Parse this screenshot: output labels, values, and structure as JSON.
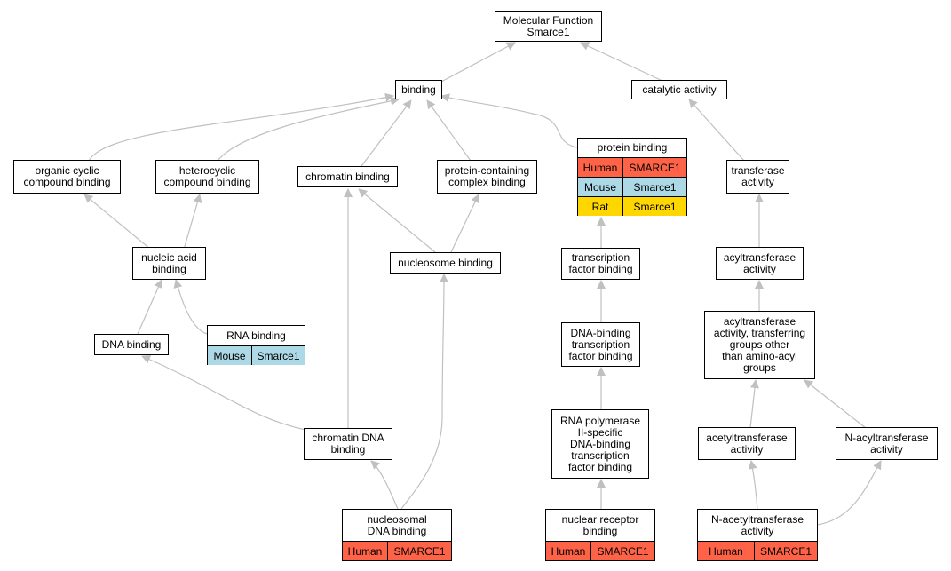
{
  "nodes": {
    "molecular_function": "Molecular Function\nSmarce1",
    "binding": "binding",
    "catalytic_activity": "catalytic activity",
    "organic_cyclic": "organic cyclic\ncompound binding",
    "heterocyclic": "heterocyclic\ncompound binding",
    "chromatin_binding": "chromatin binding",
    "protein_containing": "protein-containing\ncomplex binding",
    "transferase": "transferase\nactivity",
    "nucleic_acid": "nucleic acid\nbinding",
    "nucleosome_binding": "nucleosome binding",
    "transcription_factor": "transcription\nfactor binding",
    "acyltransferase": "acyltransferase\nactivity",
    "acyltransferase_groups": "acyltransferase\nactivity, transferring\ngroups other\nthan amino-acyl\ngroups",
    "dna_binding": "DNA binding",
    "dna_binding_tf": "DNA-binding\ntranscription\nfactor binding",
    "chromatin_dna": "chromatin DNA\nbinding",
    "rna_pol": "RNA polymerase\nII-specific\nDNA-binding\ntranscription\nfactor binding",
    "acetyltransferase": "acetyltransferase\nactivity",
    "n_acyltransferase": "N-acyltransferase\nactivity"
  },
  "annotated_nodes": {
    "protein_binding": {
      "label": "protein binding",
      "rows": [
        {
          "species": "Human",
          "gene": "SMARCE1"
        },
        {
          "species": "Mouse",
          "gene": "Smarce1"
        },
        {
          "species": "Rat",
          "gene": "Smarce1"
        }
      ]
    },
    "rna_binding": {
      "label": "RNA binding",
      "rows": [
        {
          "species": "Mouse",
          "gene": "Smarce1"
        }
      ]
    },
    "nucleosomal_dna": {
      "label": "nucleosomal\nDNA binding",
      "rows": [
        {
          "species": "Human",
          "gene": "SMARCE1"
        }
      ]
    },
    "nuclear_receptor": {
      "label": "nuclear receptor\nbinding",
      "rows": [
        {
          "species": "Human",
          "gene": "SMARCE1"
        }
      ]
    },
    "n_acetyltransferase": {
      "label": "N-acetyltransferase\nactivity",
      "rows": [
        {
          "species": "Human",
          "gene": "SMARCE1"
        }
      ]
    }
  },
  "colors": {
    "human": "#ff6347",
    "mouse": "#add8e6",
    "rat": "#ffd700",
    "edge": "#c0c0c0"
  }
}
